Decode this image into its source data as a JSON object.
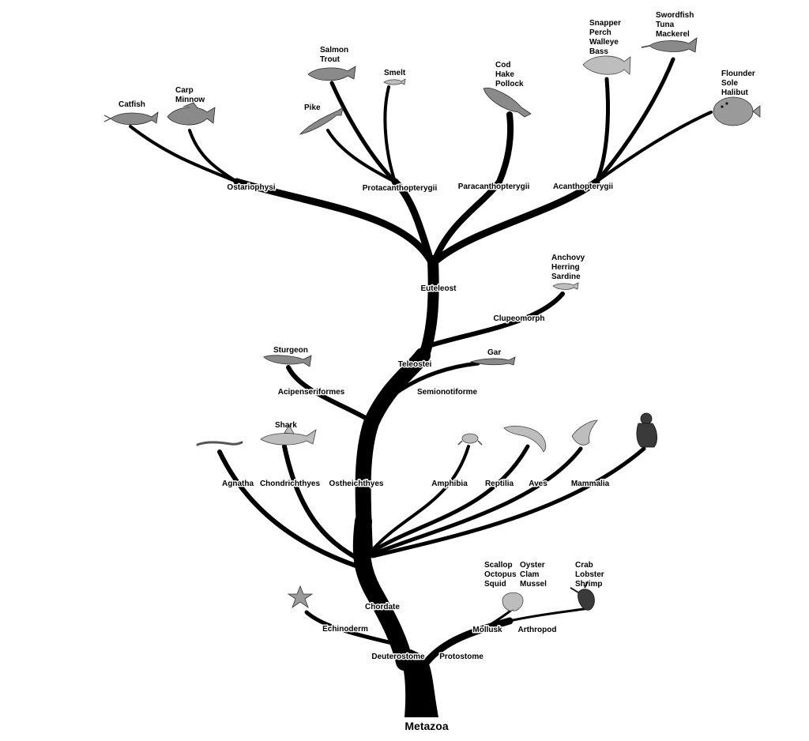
{
  "root": "Metazoa",
  "clades": {
    "deuterostome": "Deuterostome",
    "protostome": "Protostome",
    "chordate": "Chordate",
    "echinoderm": "Echinoderm",
    "mollusk": "Mollusk",
    "arthropod": "Arthropod",
    "agnatha": "Agnatha",
    "chondrichthyes": "Chondrichthyes",
    "ostheichthyes": "Ostheichthyes",
    "amphibia": "Amphibia",
    "reptilia": "Reptilia",
    "aves": "Aves",
    "mammalia": "Mammalia",
    "acipenseriformes": "Acipenseriformes",
    "semionotiforme": "Semionotiforme",
    "teleostei": "Teleostei",
    "clupeomorph": "Clupeomorph",
    "euteleost": "Euteleost",
    "ostariophysi": "Ostariophysi",
    "protacanthopterygii": "Protacanthopterygii",
    "paracanthopterygii": "Paracanthopterygii",
    "acanthopterygii": "Acanthopterygii"
  },
  "species": {
    "catfish": [
      "Catfish"
    ],
    "carp": [
      "Carp",
      "Minnow"
    ],
    "salmon": [
      "Salmon",
      "Trout"
    ],
    "smelt": [
      "Smelt"
    ],
    "pike": [
      "Pike"
    ],
    "cod": [
      "Cod",
      "Hake",
      "Pollock"
    ],
    "snapper": [
      "Snapper",
      "Perch",
      "Walleye",
      "Bass"
    ],
    "swordfish": [
      "Swordfish",
      "Tuna",
      "Mackerel"
    ],
    "flounder": [
      "Flounder",
      "Sole",
      "Halibut"
    ],
    "anchovy": [
      "Anchovy",
      "Herring",
      "Sardine"
    ],
    "sturgeon": [
      "Sturgeon"
    ],
    "gar": [
      "Gar"
    ],
    "shark": [
      "Shark"
    ],
    "scallop": [
      "Scallop",
      "Octopus",
      "Squid"
    ],
    "oyster": [
      "Oyster",
      "Clam",
      "Mussel"
    ],
    "crab": [
      "Crab",
      "Lobster",
      "Shrimp"
    ]
  }
}
